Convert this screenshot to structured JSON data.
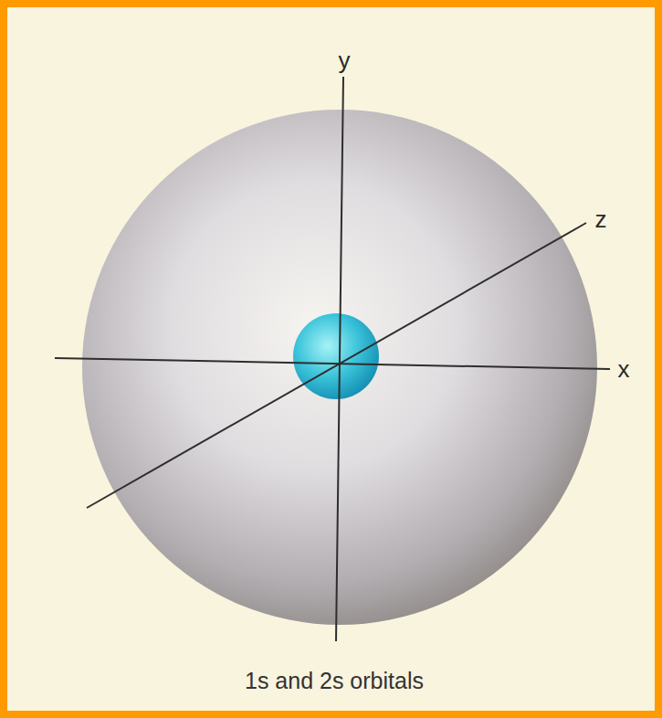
{
  "diagram": {
    "caption": "1s and 2s orbitals",
    "labels": [
      "y",
      "x",
      "z"
    ]
  }
}
